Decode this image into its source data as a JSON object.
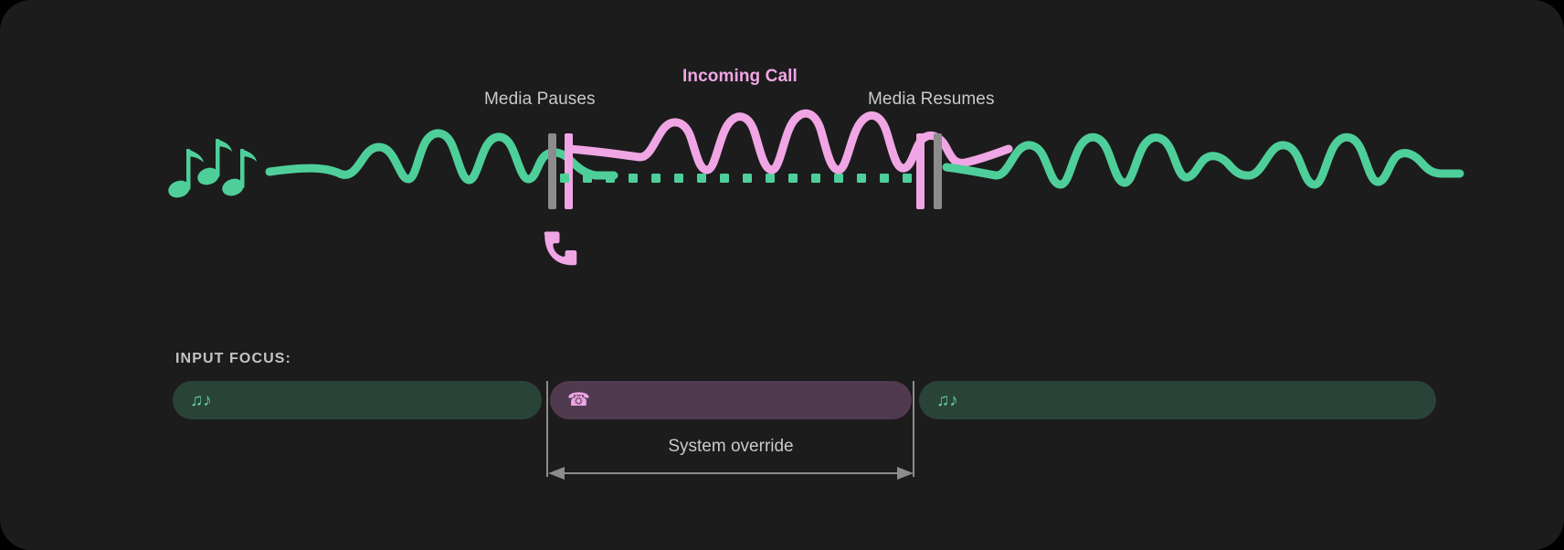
{
  "theme": {
    "panel_bg": "#1c1c1c",
    "page_bg": "#000000",
    "media_accent": "#4ecf9a",
    "call_accent": "#f0a6e4",
    "marker_gray": "#8c8c8c",
    "text_primary": "#c9c9c9",
    "segment_media_bg": "#2a4338",
    "segment_call_bg": "#4f3a50"
  },
  "timeline": {
    "labels": {
      "media_pauses": "Media Pauses",
      "incoming_call": "Incoming Call",
      "media_resumes": "Media Resumes"
    },
    "icons": {
      "music": "♫♪",
      "phone": "📞"
    }
  },
  "focus": {
    "heading": "INPUT FOCUS:",
    "segments": [
      {
        "name": "media-before",
        "icon": "♫♪",
        "kind": "media"
      },
      {
        "name": "call",
        "icon": "☎",
        "kind": "call"
      },
      {
        "name": "media-after",
        "icon": "♫♪",
        "kind": "media"
      }
    ],
    "override_label": "System override"
  },
  "chart_data": {
    "type": "line",
    "title": "Incoming Call",
    "xlabel": "",
    "ylabel": "",
    "series": [
      {
        "name": "Media audio (before pause)",
        "color": "#4ecf9a",
        "x_range": [
          295,
          590
        ],
        "description": "green wavy media waveform that fades into the pause marker"
      },
      {
        "name": "Call audio",
        "color": "#f0a6e4",
        "x_range": [
          615,
          1005
        ],
        "description": "pink wavy call waveform between the pause and resume markers"
      },
      {
        "name": "Media ducked (dotted baseline)",
        "color": "#4ecf9a",
        "x_range": [
          615,
          1000
        ],
        "description": "dotted green squares along the baseline while the call is active"
      },
      {
        "name": "Media audio (after resume)",
        "color": "#4ecf9a",
        "x_range": [
          1035,
          1570
        ],
        "description": "green wavy media waveform resuming after the call"
      }
    ],
    "markers": [
      {
        "name": "media-pauses",
        "x": 600,
        "label": "Media Pauses"
      },
      {
        "name": "media-resumes",
        "x": 1015,
        "label": "Media Resumes"
      }
    ],
    "grid": false,
    "legend": "none"
  }
}
